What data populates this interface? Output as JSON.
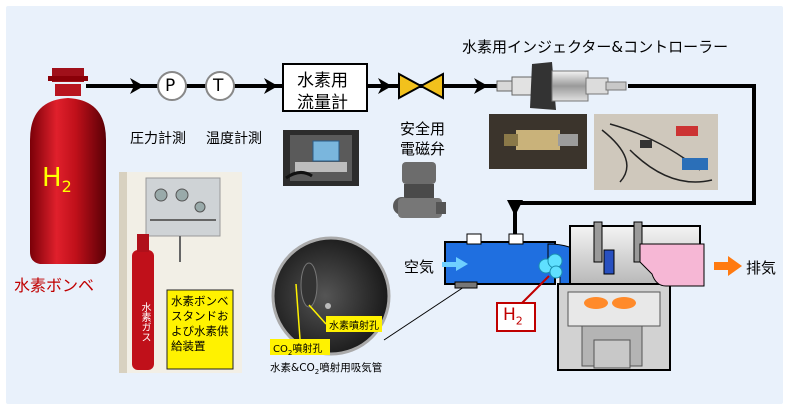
{
  "gauges": {
    "pressure_symbol": "P",
    "pressure_label": "圧力計測",
    "temperature_symbol": "T",
    "temperature_label": "温度計測"
  },
  "flowmeter": {
    "line1": "水素用",
    "line2": "流量計"
  },
  "valve": {
    "line1": "安全用",
    "line2": "電磁弁"
  },
  "injector": {
    "label": "水素用インジェクター&コントローラー"
  },
  "cylinder": {
    "formula_main": "H",
    "formula_sub": "2",
    "label": "水素ボンベ"
  },
  "stand_photo": {
    "note": "水素ボンベスタンドおよび水素供給装置",
    "bottle_text": "水素ガス"
  },
  "pipe_photo": {
    "h2_hole": "水素噴射孔",
    "co2_hole_main": "CO",
    "co2_hole_sub": "2",
    "co2_hole_suffix": "噴射孔",
    "caption_prefix": "水素&CO",
    "caption_sub": "2",
    "caption_suffix": "噴射用吸気管"
  },
  "engine": {
    "air_label": "空気",
    "exhaust_label": "排気",
    "h2_main": "H",
    "h2_sub": "2"
  },
  "colors": {
    "panel_bg": "#e9f1fb",
    "cylinder_red": "#c0101a",
    "h2_text": "#ffff00",
    "label_red": "#c00000",
    "intake_blue": "#1f6fe0",
    "exhaust_pink": "#f6b7d5",
    "valve_yellow": "#f2c11c",
    "arrow_orange": "#ff7a10"
  }
}
